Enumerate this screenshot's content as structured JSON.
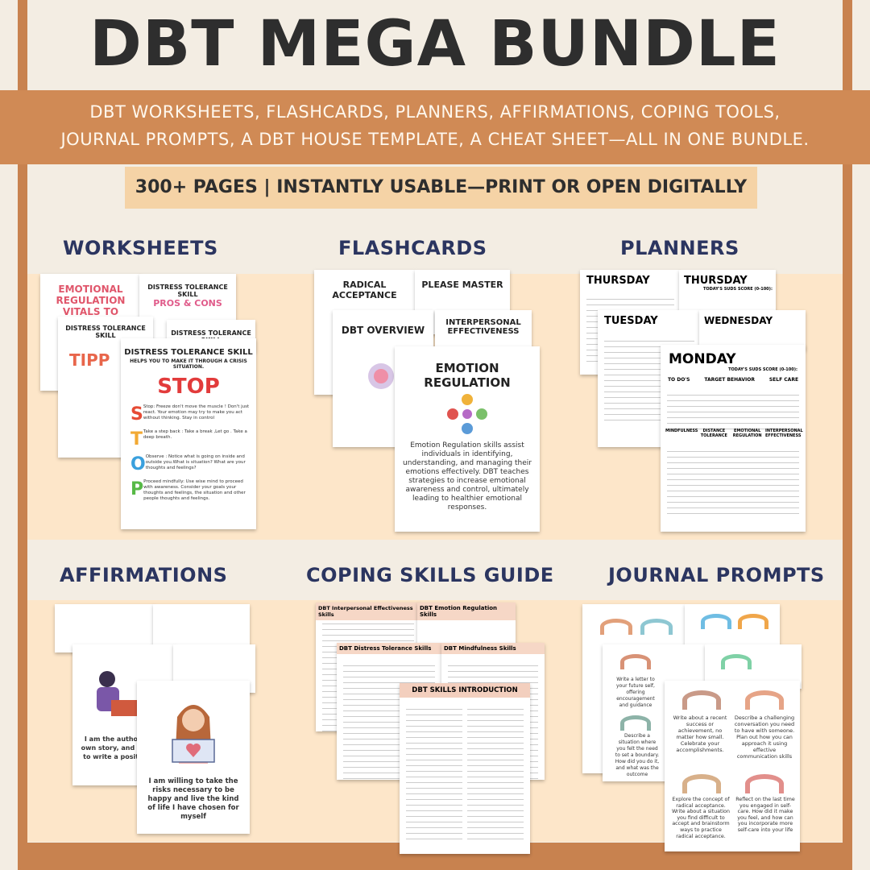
{
  "header": {
    "title": "DBT MEGA BUNDLE",
    "subtitle": "DBT WORKSHEETS, FLASHCARDS, PLANNERS, AFFIRMATIONS, COPING TOOLS, JOURNAL PROMPTS, A DBT HOUSE TEMPLATE, A CHEAT SHEET—ALL IN ONE BUNDLE.",
    "tagline": "300+ PAGES | INSTANTLY USABLE—PRINT OR OPEN DIGITALLY"
  },
  "sections": {
    "worksheets": "WORKSHEETS",
    "flashcards": "FLASHCARDS",
    "planners": "PLANNERS",
    "affirmations": "AFFIRMATIONS",
    "coping": "COPING SKILLS GUIDE",
    "journal": "JOURNAL PROMPTS"
  },
  "worksheets": {
    "p1": "EMOTIONAL REGULATION VITALS TO SUCCESS",
    "p2_title": "DISTRESS TOLERANCE SKILL",
    "p2_sub": "PROS & CONS",
    "p3_title": "DISTRESS TOLERANCE SKILL",
    "p3_word": "TIPP",
    "p4_title": "DISTRESS TOLERANCE SKILL",
    "p5_title": "DISTRESS TOLERANCE SKILL",
    "p5_sub": "HELPS YOU TO MAKE IT THROUGH A CRISIS SITUATION.",
    "p5_word": "STOP",
    "s": "Stop: Freeze don't move the muscle ! Don't just react. Your emotion may try to make you act without thinking. Stay in control",
    "t": "Take a step back : Take a break ,Let go . Take a deep breath.",
    "o": "Observe : Notice what is going on inside and outside you.What is situation? What are your thoughts and feelings?",
    "p": "Proceed mindfully: Use wise mind to proceed with awareness. Consider your goals your thoughts and feelings, the situation and other people thoughts and feelings."
  },
  "flashcards": {
    "c1": "RADICAL ACCEPTANCE",
    "c2": "PLEASE MASTER",
    "c3": "DBT OVERVIEW",
    "c4": "INTERPERSONAL EFFECTIVENESS",
    "c5_title": "EMOTION REGULATION",
    "c5_text": "Emotion Regulation skills assist individuals in identifying, understanding, and managing their emotions effectively. DBT teaches strategies to increase emotional awareness and control, ultimately leading to healthier emotional responses."
  },
  "planners": {
    "d1": "THURSDAY",
    "d2": "THURSDAY",
    "d3": "TUESDAY",
    "d4": "WEDNESDAY",
    "d5": "MONDAY",
    "suds": "TODAY'S SUDS SCORE (0-100):",
    "todos": "TO DO'S",
    "target": "TARGET BEHAVIOR",
    "selfcare": "SELF CARE",
    "mindfulness": "MINDFULNESS",
    "distance": "DISTANCE TOLERANCE",
    "emotional": "EMOTIONAL REGULATION",
    "interpersonal": "INTERPERSONAL EFFECTIVENESS"
  },
  "affirmations": {
    "a1": "I am the author of my own story, and I choose to write a positive one",
    "a2": "I am willing to take the risks necessary to be happy and live the kind of life I have chosen for myself"
  },
  "coping": {
    "g1": "DBT Interpersonal Effectiveness Skills",
    "g2": "DBT Emotion Regulation Skills",
    "g3": "DBT Distress Tolerance Skills",
    "g4": "DBT Mindfulness Skills",
    "g5": "DBT SKILLS INTRODUCTION"
  },
  "journal": {
    "j1": "Write a letter to your future self, offering encouragement and guidance",
    "j2": "Describe a situation where you felt the need to set a boundary. How did you do it, and what was the outcome",
    "j3": "Write about a recent success or achievement, no matter how small. Celebrate your accomplishments.",
    "j4": "Describe a challenging conversation you need to have with someone. Plan out how you can approach it using effective communication skills",
    "j5": "Explore the concept of radical acceptance. Write about a situation you find difficult to accept and brainstorm ways to practice radical acceptance.",
    "j6": "Reflect on the last time you engaged in self-care. How did it make you feel, and how can you incorporate more self-care into your life"
  }
}
